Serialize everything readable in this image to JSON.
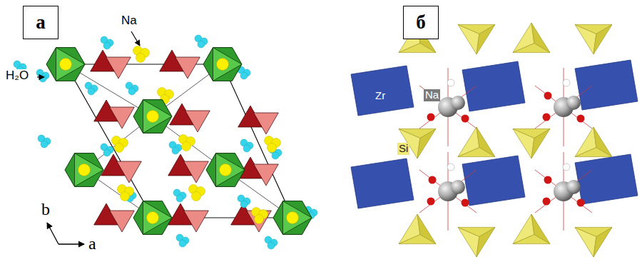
{
  "diagram": {
    "nodes": [
      {
        "text": [
          "а"
        ]
      },
      {
        "text": [
          "б"
        ]
      }
    ],
    "labels": [
      "Na",
      "H₂O",
      "b",
      "a",
      "Zr",
      "Na",
      "Si"
    ]
  }
}
